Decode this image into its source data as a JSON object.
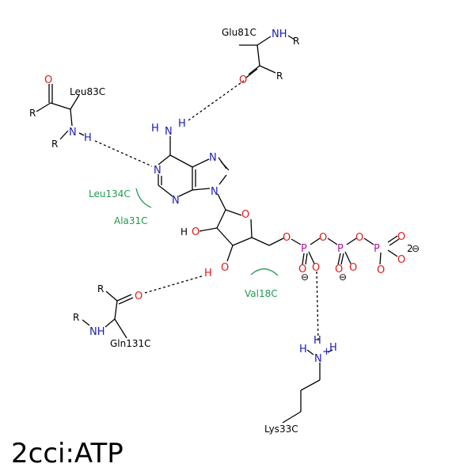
{
  "title": "2cci:ATP",
  "residues": {
    "glu81": "Glu81C",
    "leu83": "Leu83C",
    "leu134": "Leu134C",
    "ala31": "Ala31C",
    "val18": "Val18C",
    "gln131": "Gln131C",
    "lys33": "Lys33C"
  },
  "atoms": {
    "R": "R",
    "N": "N",
    "NH": "NH",
    "H": "H",
    "O": "O",
    "P": "P",
    "HO": "HO",
    "Nplus": "N",
    "plus": "+",
    "charge2": "2",
    "minus": "⊖"
  },
  "colors": {
    "nitrogen": "#1b1bb8",
    "oxygen": "#e01818",
    "phosphorus": "#b5179e",
    "hydrophobic": "#219a52",
    "bond": "#000000"
  }
}
